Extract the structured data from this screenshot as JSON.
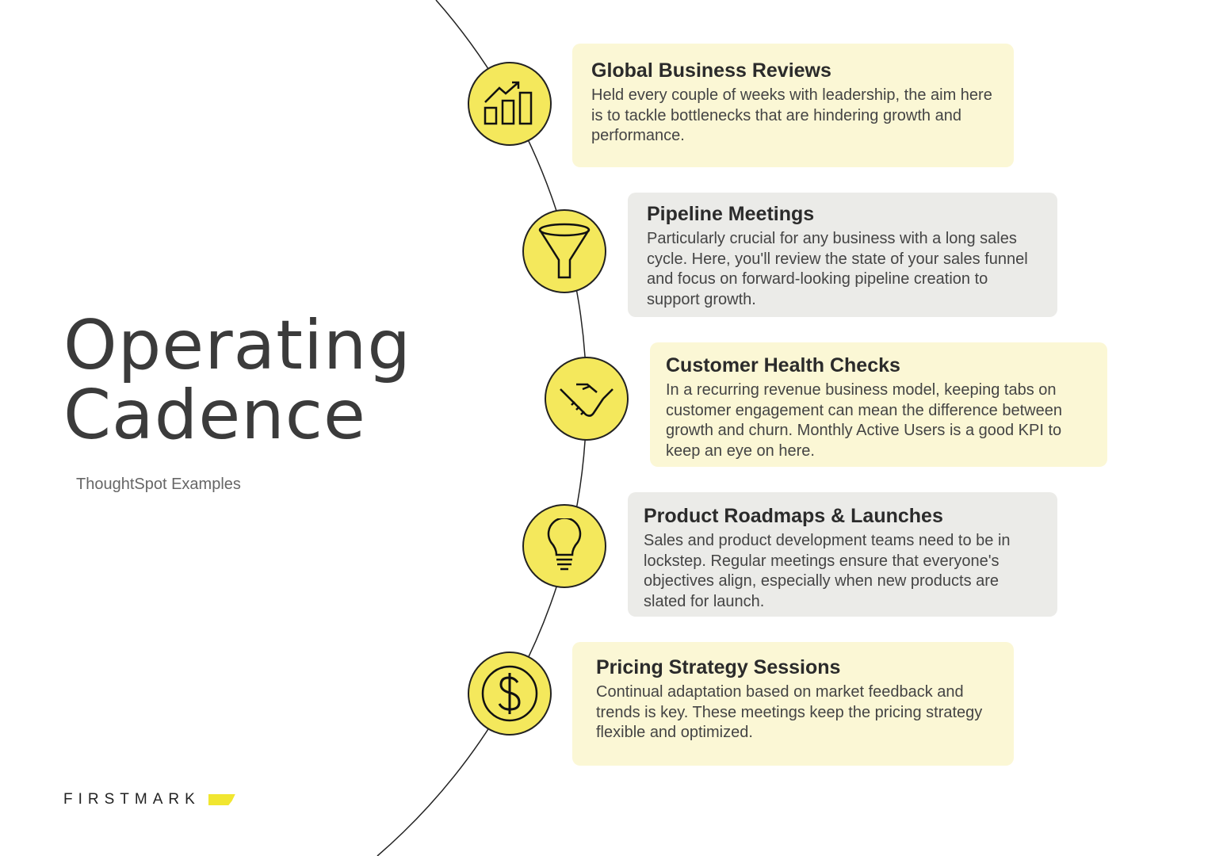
{
  "title_line1": "Operating",
  "title_line2": "Cadence",
  "subtitle": "ThoughtSpot Examples",
  "logo": "FIRSTMARK",
  "items": [
    {
      "icon": "bar-chart-growth-icon",
      "title": "Global Business Reviews",
      "text": "Held every couple of weeks with leadership, the aim here is to tackle bottlenecks that are hindering growth and performance."
    },
    {
      "icon": "funnel-icon",
      "title": "Pipeline Meetings",
      "text": "Particularly crucial for any business with a long sales cycle. Here, you'll review the state of your sales funnel and focus on forward-looking pipeline creation to support growth."
    },
    {
      "icon": "handshake-icon",
      "title": "Customer Health Checks",
      "text": "In a recurring revenue business model, keeping tabs on customer engagement can mean the difference between growth and churn. Monthly Active Users is a good KPI to keep an eye on here."
    },
    {
      "icon": "lightbulb-icon",
      "title": "Product Roadmaps & Launches",
      "text": "Sales and product development teams need to be in lockstep. Regular meetings ensure that everyone's objectives align, especially when new products are slated for launch."
    },
    {
      "icon": "dollar-icon",
      "title": "Pricing Strategy Sessions",
      "text": "Continual adaptation based on market feedback and trends is key. These meetings keep the pricing strategy flexible and optimized."
    }
  ],
  "colors": {
    "yellow": "#f4e85c",
    "card_yellow": "#fbf7d5",
    "card_gray": "#ebebe8"
  }
}
